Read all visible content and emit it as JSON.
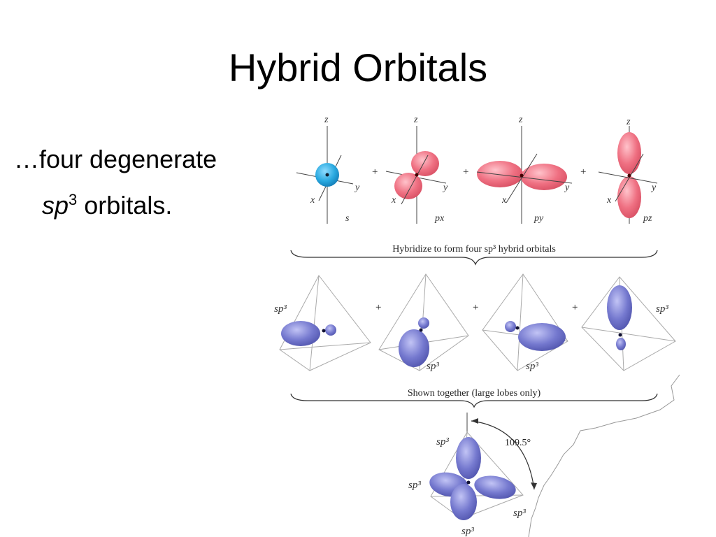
{
  "slide": {
    "title": "Hybrid Orbitals",
    "bullet_text": "…four degenerate",
    "sub_italic": "sp",
    "sub_sup": "3",
    "sub_rest": " orbitals."
  },
  "figure": {
    "caption_top": "Hybridize to form four sp³ hybrid orbitals",
    "caption_bottom": "Shown together (large lobes only)",
    "angle_label": "109.5°",
    "axis_z": "z",
    "axis_y": "y",
    "axis_x": "x",
    "plus": "+",
    "orbital_s": "s",
    "orbital_px": "px",
    "orbital_py": "py",
    "orbital_pz": "pz",
    "sp3": "sp³",
    "colors": {
      "s": "#29a9e0",
      "p": "#ef6f7f",
      "sp3": "#6e72c8"
    }
  }
}
